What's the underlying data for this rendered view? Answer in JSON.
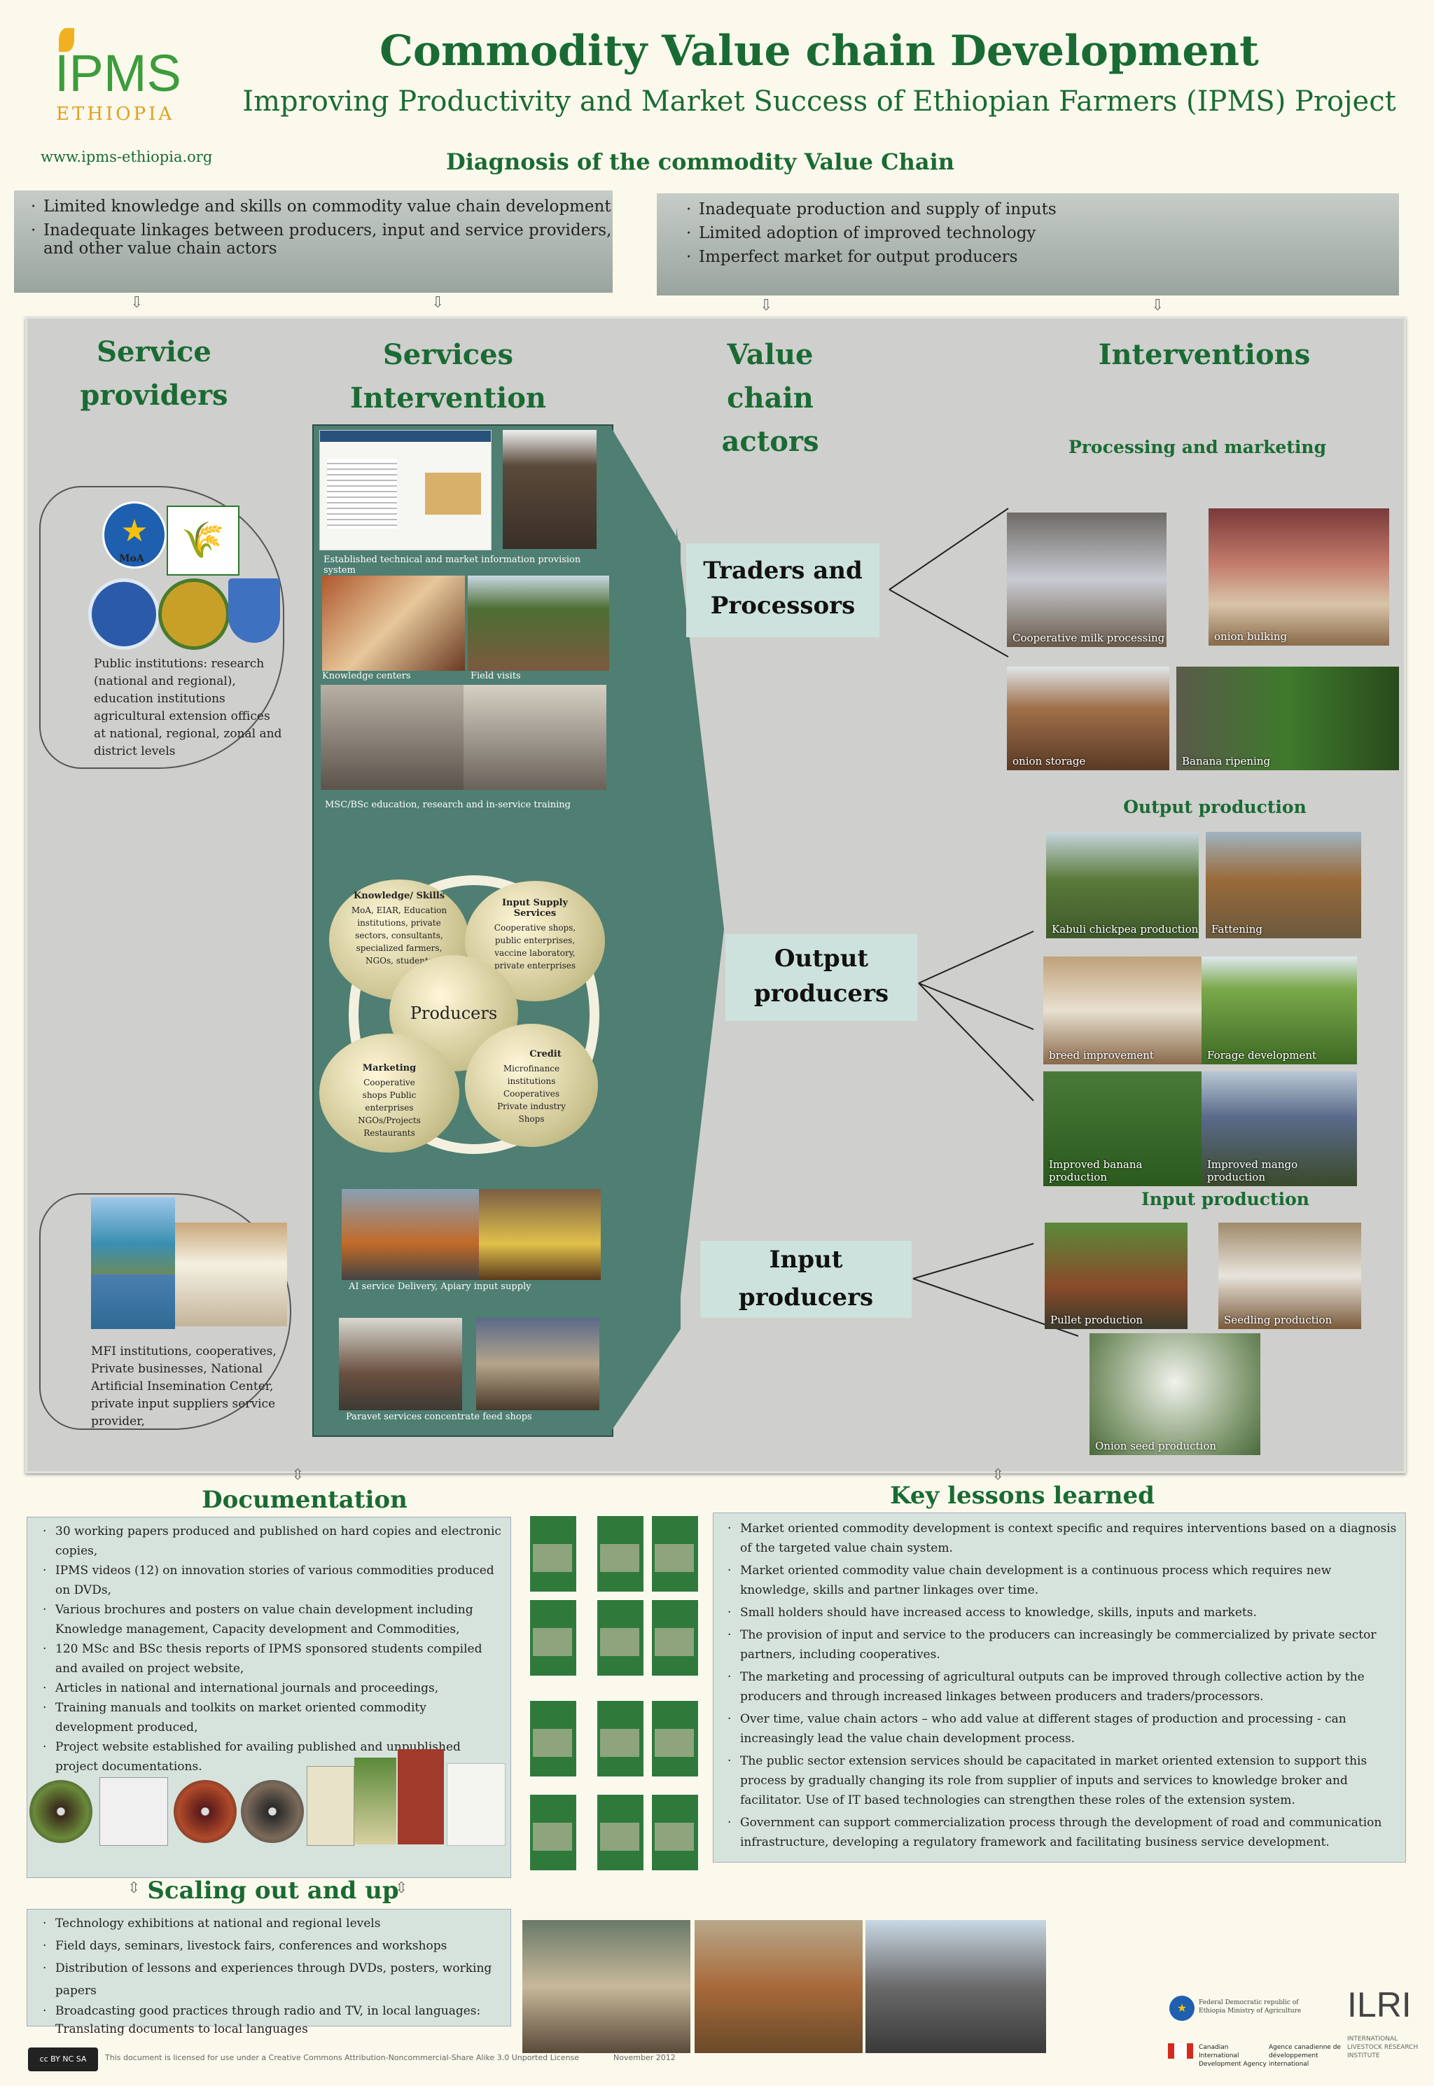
{
  "header": {
    "logo_text": "IPMS",
    "logo_sub": "ETHIOPIA",
    "website": "www.ipms-ethiopia.org",
    "title": "Commodity Value chain Development",
    "subtitle": "Improving Productivity and Market Success of Ethiopian Farmers (IPMS) Project",
    "diagnosis_title": "Diagnosis of  the commodity Value Chain"
  },
  "diagnosis": {
    "left": [
      "Limited knowledge and skills on commodity value chain development",
      "Inadequate linkages between producers, input and service providers, and other value chain actors"
    ],
    "right": [
      "Inadequate  production and supply of inputs",
      "Limited adoption of improved technology",
      "Imperfect market for output producers"
    ]
  },
  "columns": {
    "service_providers": "Service providers",
    "services_intervention": "Services Intervention",
    "value_chain_actors": "Value chain actors",
    "interventions": "Interventions"
  },
  "providers": {
    "public_text": "Public institutions: research (national and regional), education institutions agricultural extension offices at national, regional, zonal and district levels",
    "moa_label": "MoA",
    "private_text": "MFI institutions, cooperatives, Private businesses, National Artificial Insemination Center,  private input suppliers service provider,"
  },
  "services": {
    "cap1": "Established technical and market information provision  system",
    "cap2a": "Knowledge centers",
    "cap2b": "Field visits",
    "cap3": "MSC/BSc education, research  and in-service training",
    "cap4": "AI service Delivery, Apiary input supply",
    "cap5": "Paravet services  concentrate feed shops",
    "center": "Producers",
    "knowledge_title": "Knowledge/ Skills",
    "knowledge_text": "MoA, EIAR, Education institutions,  private sectors, consultants, specialized farmers, NGOs, students",
    "input_title": "Input Supply Services",
    "input_text": "Cooperative shops, public enterprises, vaccine laboratory, private enterprises",
    "marketing_title": "Marketing",
    "marketing_text": "Cooperative shops Public enterprises NGOs/Projects Restaurants",
    "credit_title": "Credit",
    "credit_text": "Microfinance institutions Cooperatives Private industry Shops"
  },
  "actors": {
    "traders": "Traders and Processors",
    "output": "Output producers",
    "input": "Input producers"
  },
  "interventions": {
    "processing_title": "Processing and marketing",
    "p1": "Cooperative milk processing",
    "p2": "onion bulking",
    "p3": "onion storage",
    "p4": "Banana ripening",
    "output_title": "Output production",
    "o1": "Kabuli chickpea production",
    "o2": "Fattening",
    "o3": "breed improvement",
    "o4": "Forage development",
    "o5": "Improved banana production",
    "o6": "Improved mango production",
    "input_title": "Input production",
    "i1": "Pullet production",
    "i2": "Seedling production",
    "i3": "Onion seed production"
  },
  "documentation": {
    "title": "Documentation",
    "items": [
      "30 working papers produced and published on hard copies and electronic copies,",
      "IPMS  videos (12) on innovation stories of various commodities produced on DVDs,",
      "Various brochures and posters on value chain development including Knowledge management, Capacity development and Commodities,",
      "120 MSc and BSc thesis reports of IPMS sponsored students compiled and availed on project website,",
      "Articles in national and international journals and proceedings,",
      "Training manuals and toolkits on market oriented commodity development produced,",
      "Project website established for availing published and unpublished  project documentations."
    ]
  },
  "lessons": {
    "title": "Key lessons learned",
    "items": [
      "Market oriented commodity development is context specific and requires interventions based on a diagnosis of the targeted value chain system.",
      "Market oriented commodity value chain development is a continuous process which requires new knowledge, skills and partner linkages over time.",
      "Small holders should have increased access to knowledge, skills, inputs and markets.",
      "The provision of input and service to the producers can increasingly be commercialized by private sector partners, including cooperatives.",
      "The marketing and processing of agricultural outputs can be improved through collective action by the producers and through increased linkages between producers and traders/processors.",
      "Over time, value chain actors – who add value at different stages of production and processing - can increasingly lead the value chain development process.",
      "The public sector extension services should be capacitated in market oriented extension to  support this process by gradually changing its role from supplier of inputs and services to knowledge broker and facilitator. Use of IT based technologies can strengthen these roles of the extension system.",
      "Government can support commercialization process through the development of road and communication infrastructure, developing a regulatory framework and facilitating business service development."
    ]
  },
  "scaling": {
    "title": "Scaling out and up",
    "items": [
      "Technology exhibitions at national and regional levels",
      "Field days, seminars, livestock fairs, conferences and workshops",
      "Distribution of lessons and experiences through DVDs, posters, working papers",
      "Broadcasting good practices through radio and TV,  in local languages: Translating documents to  local languages"
    ]
  },
  "footer": {
    "license": "This document is licensed for use under a Creative Commons Attribution-Noncommercial-Share Alike 3.0 Unported License",
    "date": "November 2012",
    "cc": "cc BY NC SA",
    "ilri": "ILRI",
    "ilri_sub": "INTERNATIONAL LIVESTOCK RESEARCH INSTITUTE",
    "eth_text": "Federal Democratic republic of Ethiopia Ministry of Agriculture",
    "cida_en": "Canadian International Development Agency",
    "cida_fr": "Agence canadienne de développement international"
  },
  "colors": {
    "title_green": "#1a6b33",
    "panel_teal": "#4f7e72",
    "panel_gray": "#cfcfcd"
  }
}
